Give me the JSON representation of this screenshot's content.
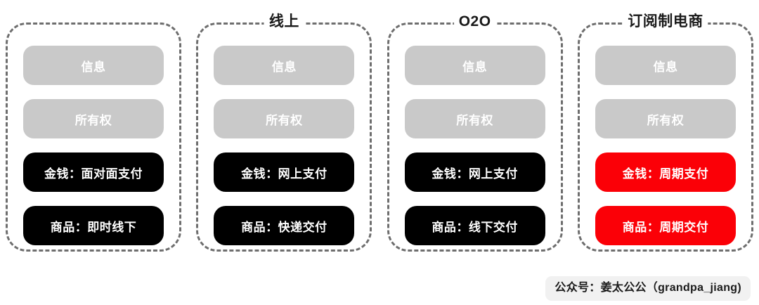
{
  "diagram": {
    "title_row_present": true,
    "panels": [
      {
        "title": "",
        "name_key": "offline-retail",
        "cards": [
          {
            "label": "信息",
            "tone": "gray"
          },
          {
            "label": "所有权",
            "tone": "gray"
          },
          {
            "label": "金钱：面对面支付",
            "tone": "black"
          },
          {
            "label": "商品：即时线下",
            "tone": "black"
          }
        ]
      },
      {
        "title": "线上",
        "name_key": "online",
        "cards": [
          {
            "label": "信息",
            "tone": "gray"
          },
          {
            "label": "所有权",
            "tone": "gray"
          },
          {
            "label": "金钱：网上支付",
            "tone": "black"
          },
          {
            "label": "商品：快递交付",
            "tone": "black"
          }
        ]
      },
      {
        "title": "O2O",
        "name_key": "o2o",
        "cards": [
          {
            "label": "信息",
            "tone": "gray"
          },
          {
            "label": "所有权",
            "tone": "gray"
          },
          {
            "label": "金钱：网上支付",
            "tone": "black"
          },
          {
            "label": "商品：线下交付",
            "tone": "black"
          }
        ]
      },
      {
        "title": "订阅制电商",
        "name_key": "subscription-ecommerce",
        "cards": [
          {
            "label": "信息",
            "tone": "gray"
          },
          {
            "label": "所有权",
            "tone": "gray"
          },
          {
            "label": "金钱：周期支付",
            "tone": "red"
          },
          {
            "label": "商品：周期交付",
            "tone": "red"
          }
        ]
      }
    ]
  },
  "footer": {
    "credit": "公众号：姜太公公（grandpa_jiang)"
  },
  "colors": {
    "card_gray": "#c9c9c9",
    "card_black": "#000000",
    "card_red": "#fb0007",
    "card_text": "#ffffff",
    "panel_border": "#6e6e6e",
    "title_text": "#1a1a1a",
    "footer_bg": "#f1f1f1",
    "page_bg": "#ffffff"
  }
}
